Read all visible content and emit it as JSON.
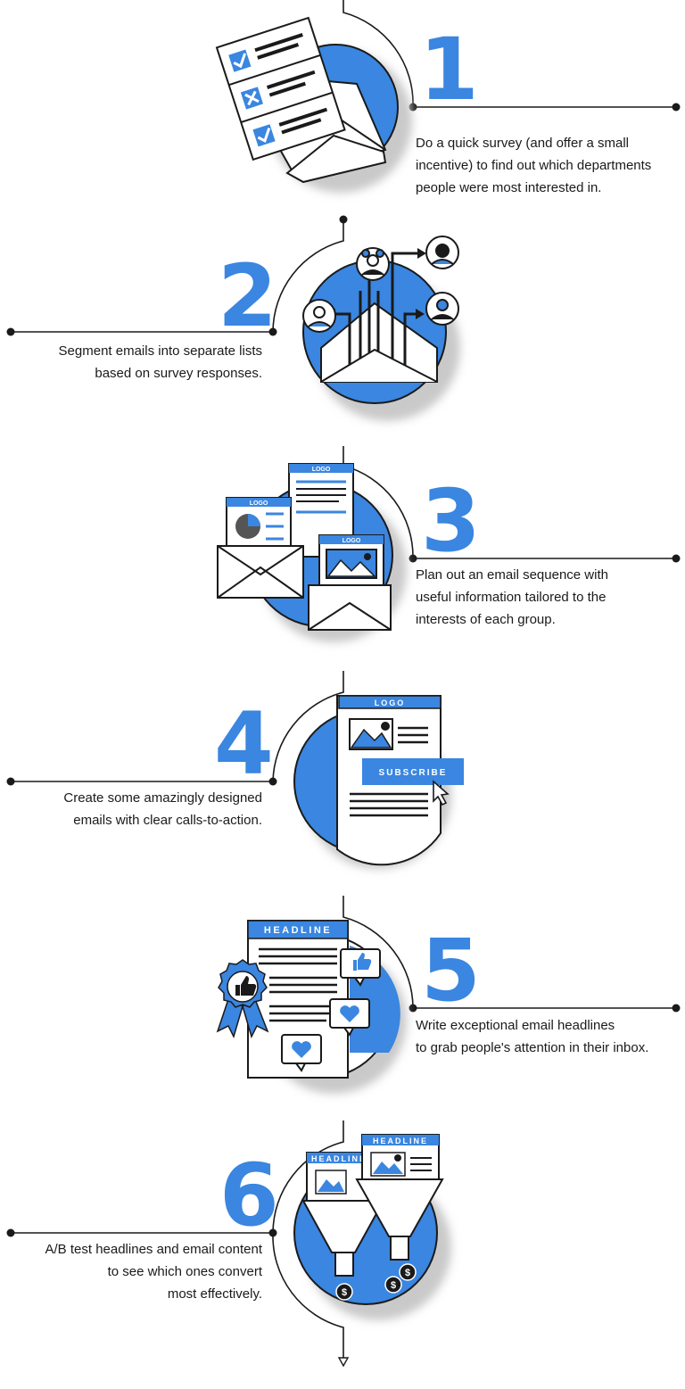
{
  "steps": [
    {
      "number": "1",
      "icon": "survey-checklist-envelope-icon",
      "lines": [
        "Do a quick survey (and offer a small",
        "incentive) to find out which departments",
        "people were most interested in."
      ]
    },
    {
      "number": "2",
      "icon": "segmented-lists-envelope-icon",
      "lines": [
        "Segment emails into separate lists",
        "based on survey responses."
      ]
    },
    {
      "number": "3",
      "icon": "email-sequence-envelopes-icon",
      "lines": [
        "Plan out an email sequence with",
        "useful information tailored to the",
        "interests of each group."
      ],
      "logo_labels": [
        "LOGO",
        "LOGO",
        "LOGO"
      ]
    },
    {
      "number": "4",
      "icon": "email-design-subscribe-icon",
      "lines": [
        "Create some amazingly designed",
        "emails with clear calls-to-action."
      ],
      "logo_label": "LOGO",
      "cta_label": "SUBSCRIBE"
    },
    {
      "number": "5",
      "icon": "headline-award-likes-icon",
      "lines": [
        "Write exceptional email headlines",
        "to grab people's attention in their inbox."
      ],
      "headline_label": "HEADLINE"
    },
    {
      "number": "6",
      "icon": "ab-test-funnels-icon",
      "lines": [
        "A/B test headlines and email content",
        "to see which ones convert",
        "most effectively."
      ],
      "headline_labels": [
        "HEADLINE",
        "HEADLINE"
      ],
      "coin_symbol": "$"
    }
  ],
  "colors": {
    "accent": "#3a86e0",
    "ink": "#1a1a1a",
    "shadow": "#cfcfcf"
  }
}
